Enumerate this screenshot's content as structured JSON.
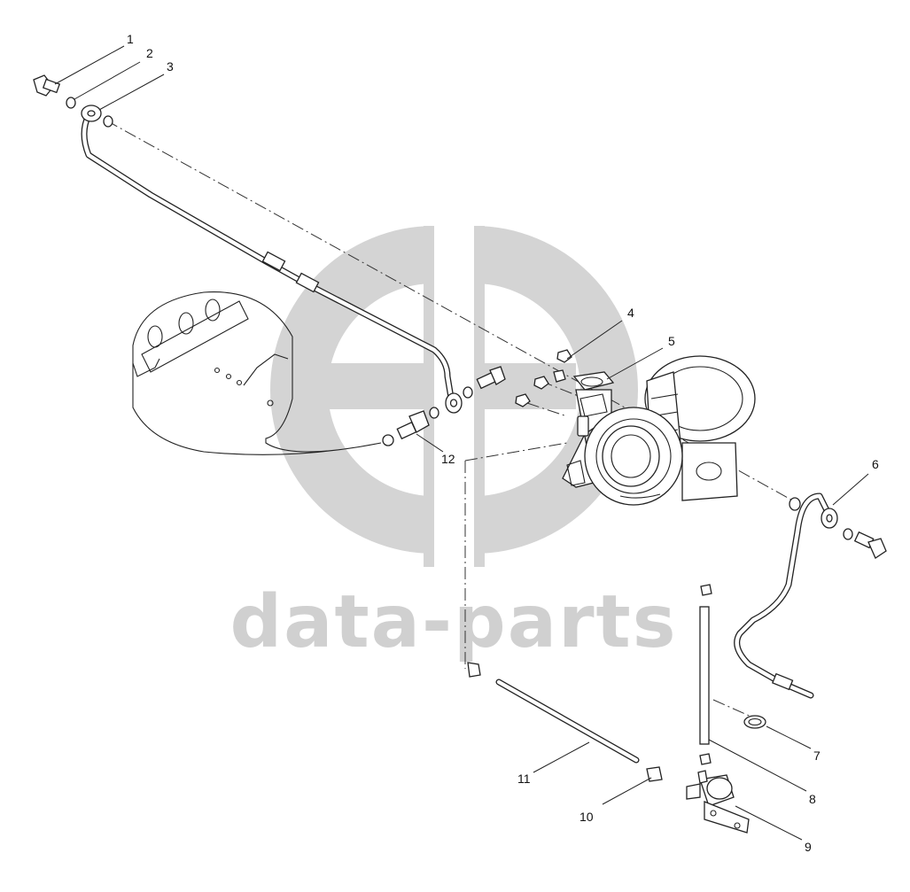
{
  "watermark": {
    "brand": "data-parts",
    "color": "#d0d0d0"
  },
  "callouts": [
    {
      "number": "1"
    },
    {
      "number": "2"
    },
    {
      "number": "3"
    },
    {
      "number": "4"
    },
    {
      "number": "5"
    },
    {
      "number": "6"
    },
    {
      "number": "7"
    },
    {
      "number": "8"
    },
    {
      "number": "9"
    },
    {
      "number": "10"
    },
    {
      "number": "11"
    },
    {
      "number": "12"
    }
  ]
}
